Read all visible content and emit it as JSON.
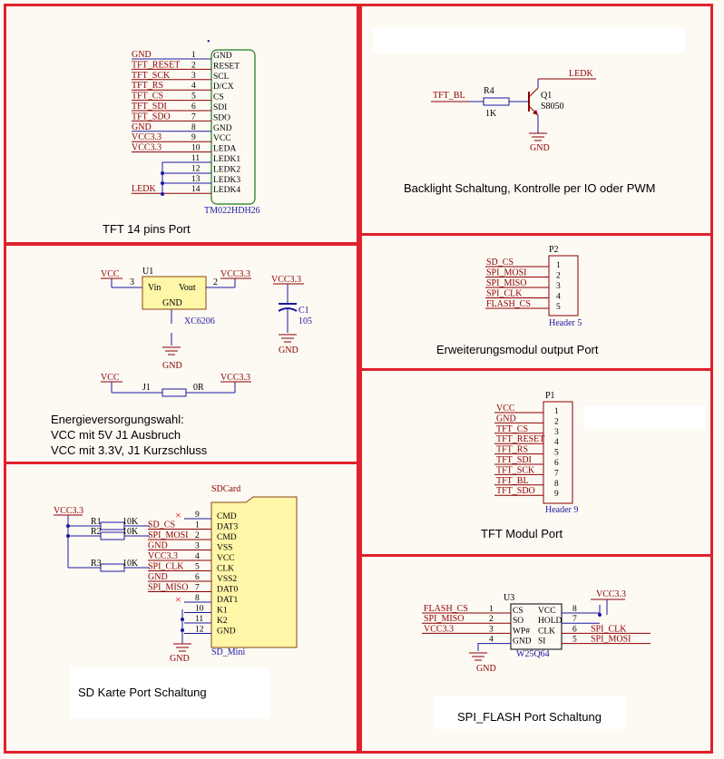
{
  "panels": {
    "tft14": {
      "caption": "TFT 14 pins Port",
      "net_labels": [
        "GND",
        "TFT_RESET",
        "TFT_SCK",
        "TFT_RS",
        "TFT_CS",
        "TFT_SDI",
        "TFT_SDO",
        "GND",
        "VCC3.3",
        "VCC3.3",
        "",
        "",
        "",
        "LEDK"
      ],
      "pin_numbers": [
        "1",
        "2",
        "3",
        "4",
        "5",
        "6",
        "7",
        "8",
        "9",
        "10",
        "11",
        "12",
        "13",
        "14"
      ],
      "pin_names": [
        "GND",
        "RESET",
        "SCL",
        "D/CX",
        "CS",
        "SDI",
        "SDO",
        "GND",
        "VCC",
        "LEDA",
        "LEDK1",
        "LEDK2",
        "LEDK3",
        "LEDK4"
      ],
      "part_name": "TM022HDH26"
    },
    "backlight": {
      "caption": "Backlight Schaltung, Kontrolle per IO oder PWM",
      "input_net": "TFT_BL",
      "resistor_ref": "R4",
      "resistor_value": "1K",
      "transistor_ref": "Q1",
      "transistor_type": "S8050",
      "collector_net": "LEDK",
      "gnd": "GND"
    },
    "power": {
      "caption_lines": [
        "Energieversorgungswahl:",
        "VCC mit 5V J1 Ausbruch",
        "VCC mit 3.3V, J1 Kurzschluss"
      ],
      "reg_ref": "U1",
      "reg_part": "XC6206",
      "vin_label": "Vin",
      "vout_label": "Vout",
      "gnd_label": "GND",
      "pin_in": "3",
      "pin_out": "2",
      "net_in": "VCC",
      "net_out": "VCC3.3",
      "gnd_sym": "GND",
      "cap_net": "VCC3.3",
      "cap_ref": "C1",
      "cap_value": "105",
      "cap_gnd": "GND",
      "jumper_left_net": "VCC",
      "jumper_right_net": "VCC3.3",
      "jumper_ref": "J1",
      "jumper_value": "0R"
    },
    "ext": {
      "caption": "Erweiterungsmodul output Port",
      "ref": "P2",
      "nets": [
        "SD_CS",
        "SPI_MOSI",
        "SPI_MISO",
        "SPI_CLK",
        "FLASH_CS"
      ],
      "pins": [
        "1",
        "2",
        "3",
        "4",
        "5"
      ],
      "part": "Header 5"
    },
    "tftmod": {
      "caption": "TFT Modul Port",
      "ref": "P1",
      "nets": [
        "VCC",
        "GND",
        "TFT_CS",
        "TFT_RESET",
        "TFT_RS",
        "TFT_SDI",
        "TFT_SCK",
        "TFT_BL",
        "TFT_SDO"
      ],
      "pins": [
        "1",
        "2",
        "3",
        "4",
        "5",
        "6",
        "7",
        "8",
        "9"
      ],
      "part": "Header 9"
    },
    "sd": {
      "caption": "SD Karte Port Schaltung",
      "ref": "SDCard",
      "part": "SD_Mini",
      "vcc": "VCC3.3",
      "resistors": [
        {
          "ref": "R1",
          "value": "10K"
        },
        {
          "ref": "R2",
          "value": "10K"
        },
        {
          "ref": "R3",
          "value": "10K"
        }
      ],
      "nets": [
        "",
        "SD_CS",
        "SPI_MOSI",
        "GND",
        "VCC3.3",
        "SPI_CLK",
        "GND",
        "SPI_MISO",
        "",
        "",
        "",
        ""
      ],
      "pin_numbers": [
        "9",
        "1",
        "2",
        "3",
        "4",
        "5",
        "6",
        "7",
        "8",
        "10",
        "11",
        "12"
      ],
      "pin_names": [
        "CMD",
        "DAT3",
        "CMD",
        "VSS",
        "VCC",
        "CLK",
        "VSS2",
        "DAT0",
        "DAT1",
        "K1",
        "K2",
        "GND"
      ],
      "gnd": "GND"
    },
    "flash": {
      "caption": "SPI_FLASH Port Schaltung",
      "ref": "U3",
      "part": "W25Q64",
      "left_nets": [
        "FLASH_CS",
        "SPI_MISO",
        "VCC3.3",
        ""
      ],
      "left_pins": [
        "1",
        "2",
        "3",
        "4"
      ],
      "left_names": [
        "CS",
        "SO",
        "WP#",
        "GND"
      ],
      "right_nets": [
        "",
        "",
        "SPI_CLK",
        "SPI_MOSI"
      ],
      "right_pins": [
        "8",
        "7",
        "6",
        "5"
      ],
      "right_names": [
        "VCC",
        "HOLD",
        "CLK",
        "SI"
      ],
      "vcc": "VCC3.3",
      "gnd": "GND"
    }
  }
}
